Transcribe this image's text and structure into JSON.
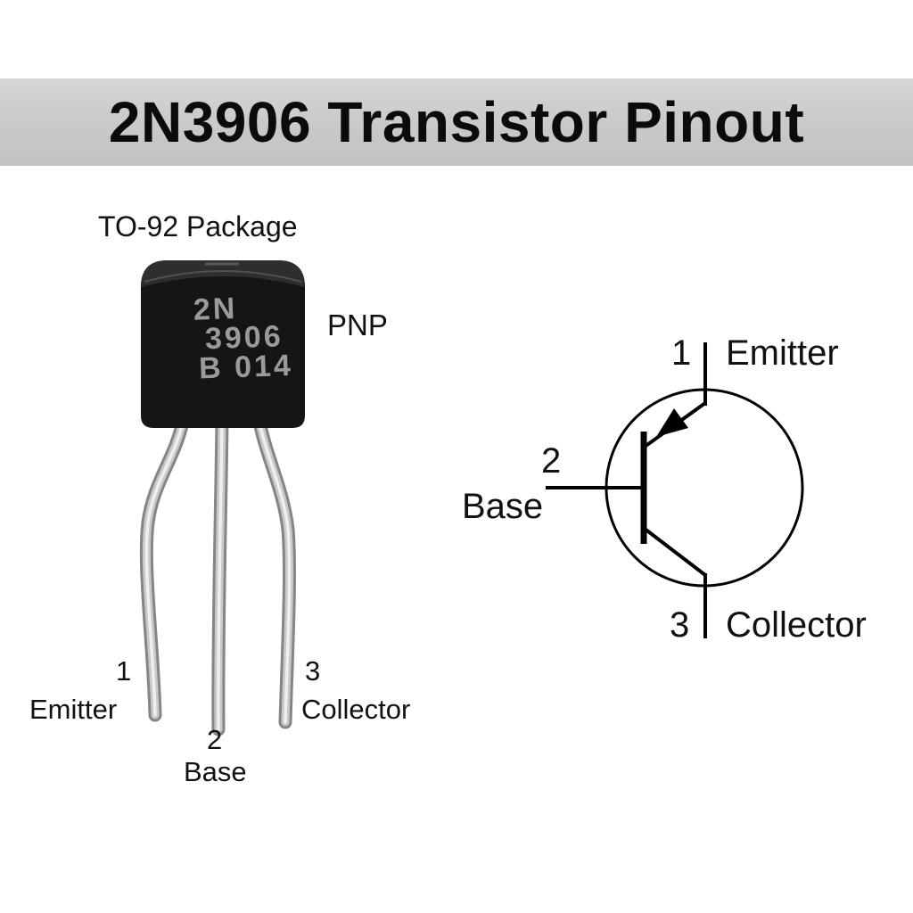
{
  "page": {
    "title": "2N3906 Transistor Pinout"
  },
  "package_figure": {
    "caption": "TO-92 Package",
    "transistor_type": "PNP",
    "body_marking": {
      "line1": "2N",
      "line2": "3906",
      "line3": "B 014"
    },
    "pins": [
      {
        "number": "1",
        "name": "Emitter"
      },
      {
        "number": "2",
        "name": "Base"
      },
      {
        "number": "3",
        "name": "Collector"
      }
    ]
  },
  "schematic_figure": {
    "symbol_type": "PNP transistor symbol",
    "pins": [
      {
        "number": "1",
        "name": "Emitter"
      },
      {
        "number": "2",
        "name": "Base"
      },
      {
        "number": "3",
        "name": "Collector"
      }
    ]
  },
  "colors": {
    "banner_bg": "#c9c9c9",
    "title_text": "#0b0b0b",
    "package_body": "#141414",
    "body_marking_text": "#9a9a9a",
    "lead_metal": "#c9c9c9",
    "symbol_line": "#000000",
    "background": "#ffffff"
  }
}
